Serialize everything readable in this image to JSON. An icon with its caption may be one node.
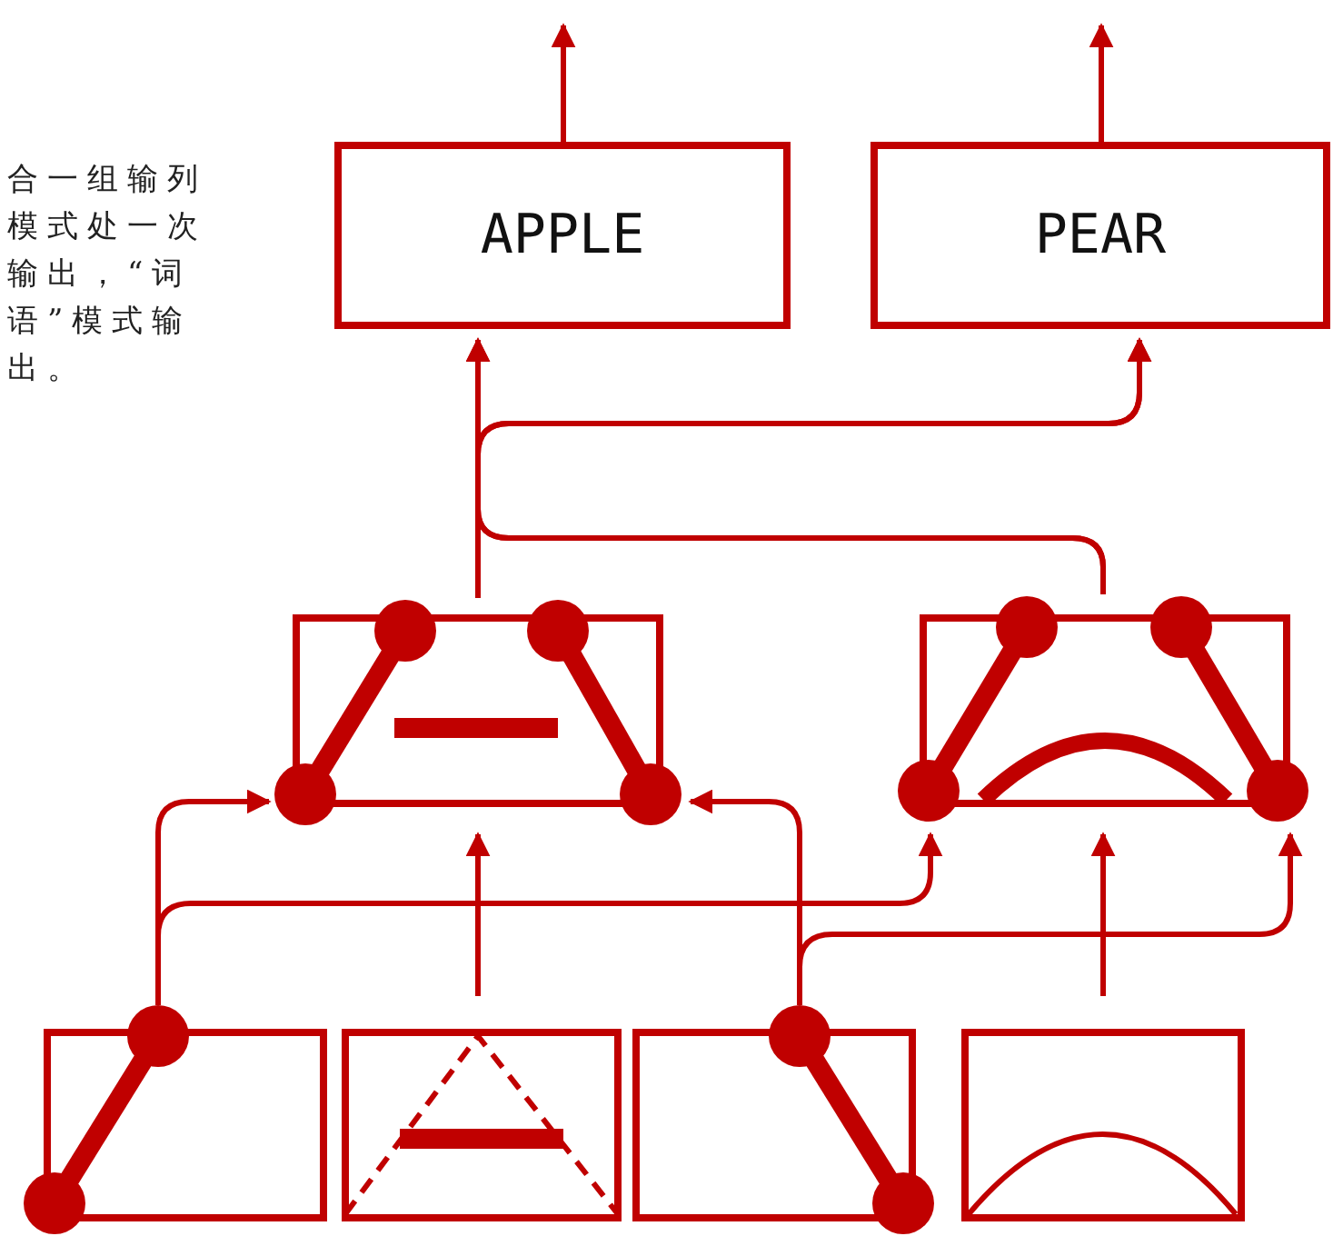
{
  "diagram": {
    "nodes": [
      {
        "text": [
          "APPLE"
        ]
      },
      {
        "text": [
          "PEAR"
        ]
      },
      {
        "text": [],
        "shape": "box"
      },
      {
        "text": [],
        "shape": "box"
      },
      {
        "text": [],
        "shape": "box"
      },
      {
        "text": [],
        "shape": "box"
      },
      {
        "text": [],
        "shape": "box"
      },
      {
        "text": [],
        "shape": "box"
      }
    ],
    "edges": [
      {
        "from": 0,
        "to": null,
        "arrow": "to"
      },
      {
        "from": 1,
        "to": null,
        "arrow": "to"
      },
      {
        "from": 2,
        "to": 0,
        "arrow": "to"
      },
      {
        "from": 3,
        "to": 0,
        "arrow": "to"
      },
      {
        "from": 2,
        "to": 1,
        "arrow": "to"
      },
      {
        "from": 3,
        "to": 1,
        "arrow": "to"
      },
      {
        "from": 4,
        "to": 2,
        "arrow": "to"
      },
      {
        "from": 4,
        "to": 3,
        "arrow": "to"
      },
      {
        "from": 5,
        "to": 2,
        "arrow": "to"
      },
      {
        "from": 6,
        "to": 2,
        "arrow": "to"
      },
      {
        "from": 6,
        "to": 3,
        "arrow": "to"
      },
      {
        "from": 7,
        "to": 3,
        "arrow": "to"
      }
    ],
    "labels": [
      "合一组输列模式处一次输出，“词语”模式输出。"
    ]
  }
}
